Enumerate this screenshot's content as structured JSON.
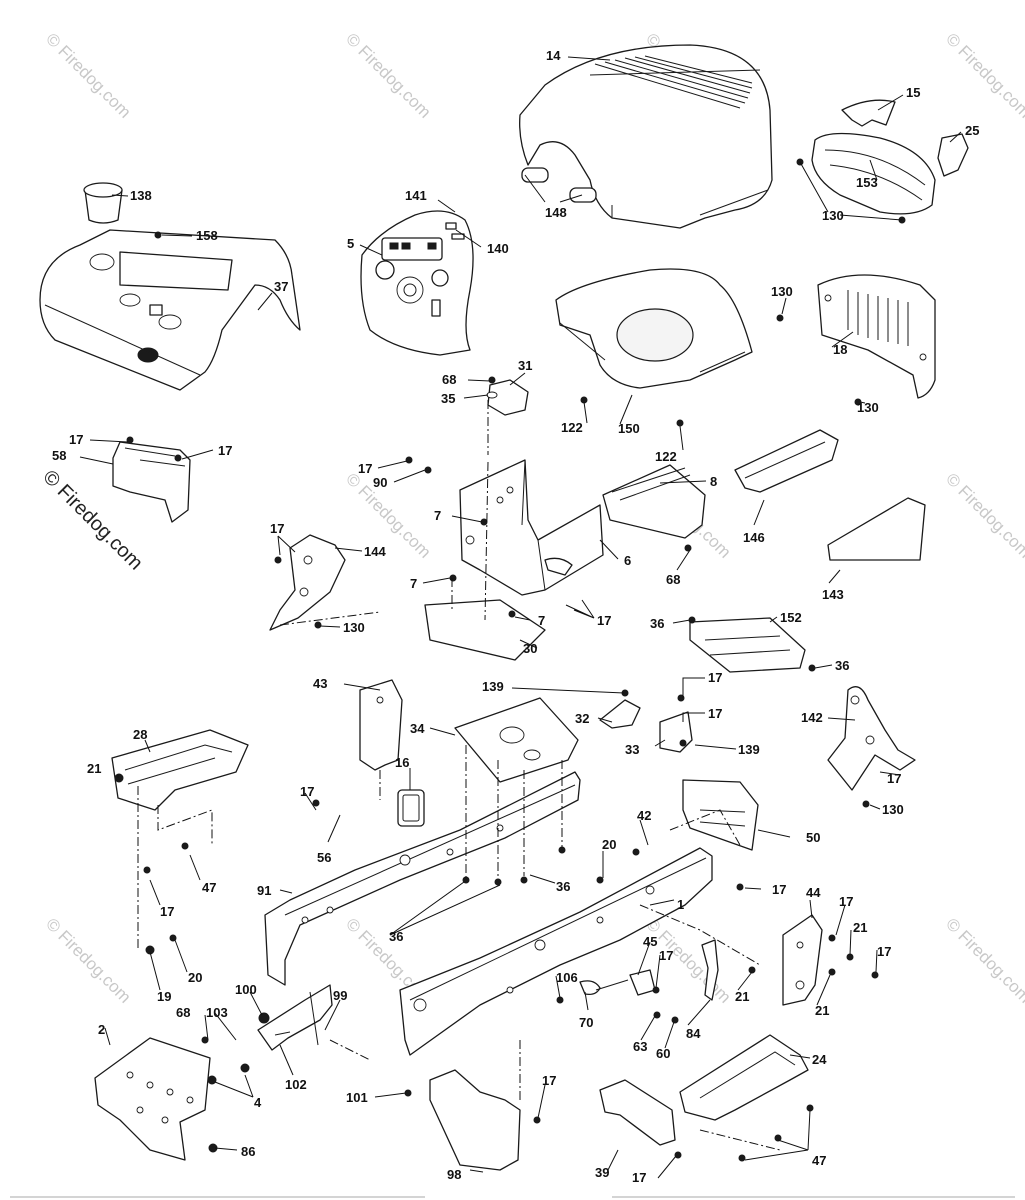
{
  "diagram": {
    "watermark": "Firedog.com",
    "copyright_watermark": "© Firedog.com",
    "callouts": {
      "c14": "14",
      "c15": "15",
      "c25": "25",
      "c153": "153",
      "c130a": "130",
      "c148": "148",
      "c141": "141",
      "c140": "140",
      "c5": "5",
      "c138": "138",
      "c158": "158",
      "c37": "37",
      "c130b": "130",
      "c18": "18",
      "c130c": "130",
      "c122a": "122",
      "c122b": "122",
      "c150": "150",
      "c68a": "68",
      "c31": "31",
      "c35": "35",
      "c17a": "17",
      "c17b": "17",
      "c58": "58",
      "c17c": "17",
      "c90": "90",
      "c8": "8",
      "c146": "146",
      "c7a": "7",
      "c6": "6",
      "c68b": "68",
      "c143": "143",
      "c17d": "17",
      "c144": "144",
      "c7b": "7",
      "c7c": "7",
      "c17e": "17",
      "c130d": "130",
      "c30": "30",
      "c36a": "36",
      "c152": "152",
      "c36b": "36",
      "c139a": "139",
      "c17f": "17",
      "c43": "43",
      "c32": "32",
      "c17g": "17",
      "c142": "142",
      "c34": "34",
      "c33": "33",
      "c139b": "139",
      "c28": "28",
      "c21a": "21",
      "c17h": "17",
      "c16": "16",
      "c17i": "17",
      "c130e": "130",
      "c56": "56",
      "c42": "42",
      "c50": "50",
      "c47a": "47",
      "c20a": "20",
      "c17j": "17",
      "c91": "91",
      "c36c": "36",
      "c17k": "17",
      "c44": "44",
      "c1": "1",
      "c17l": "17",
      "c36d": "36",
      "c21b": "21",
      "c17m": "17",
      "c45": "45",
      "c17n": "17",
      "c20b": "20",
      "c19": "19",
      "c106": "106",
      "c21c": "21",
      "c21d": "21",
      "c100": "100",
      "c99": "99",
      "c70": "70",
      "c84": "84",
      "c68c": "68",
      "c103": "103",
      "c2": "2",
      "c63": "63",
      "c60": "60",
      "c24": "24",
      "c4": "4",
      "c102": "102",
      "c101": "101",
      "c17o": "17",
      "c86": "86",
      "c98": "98",
      "c39": "39",
      "c17p": "17",
      "c47b": "47"
    }
  }
}
